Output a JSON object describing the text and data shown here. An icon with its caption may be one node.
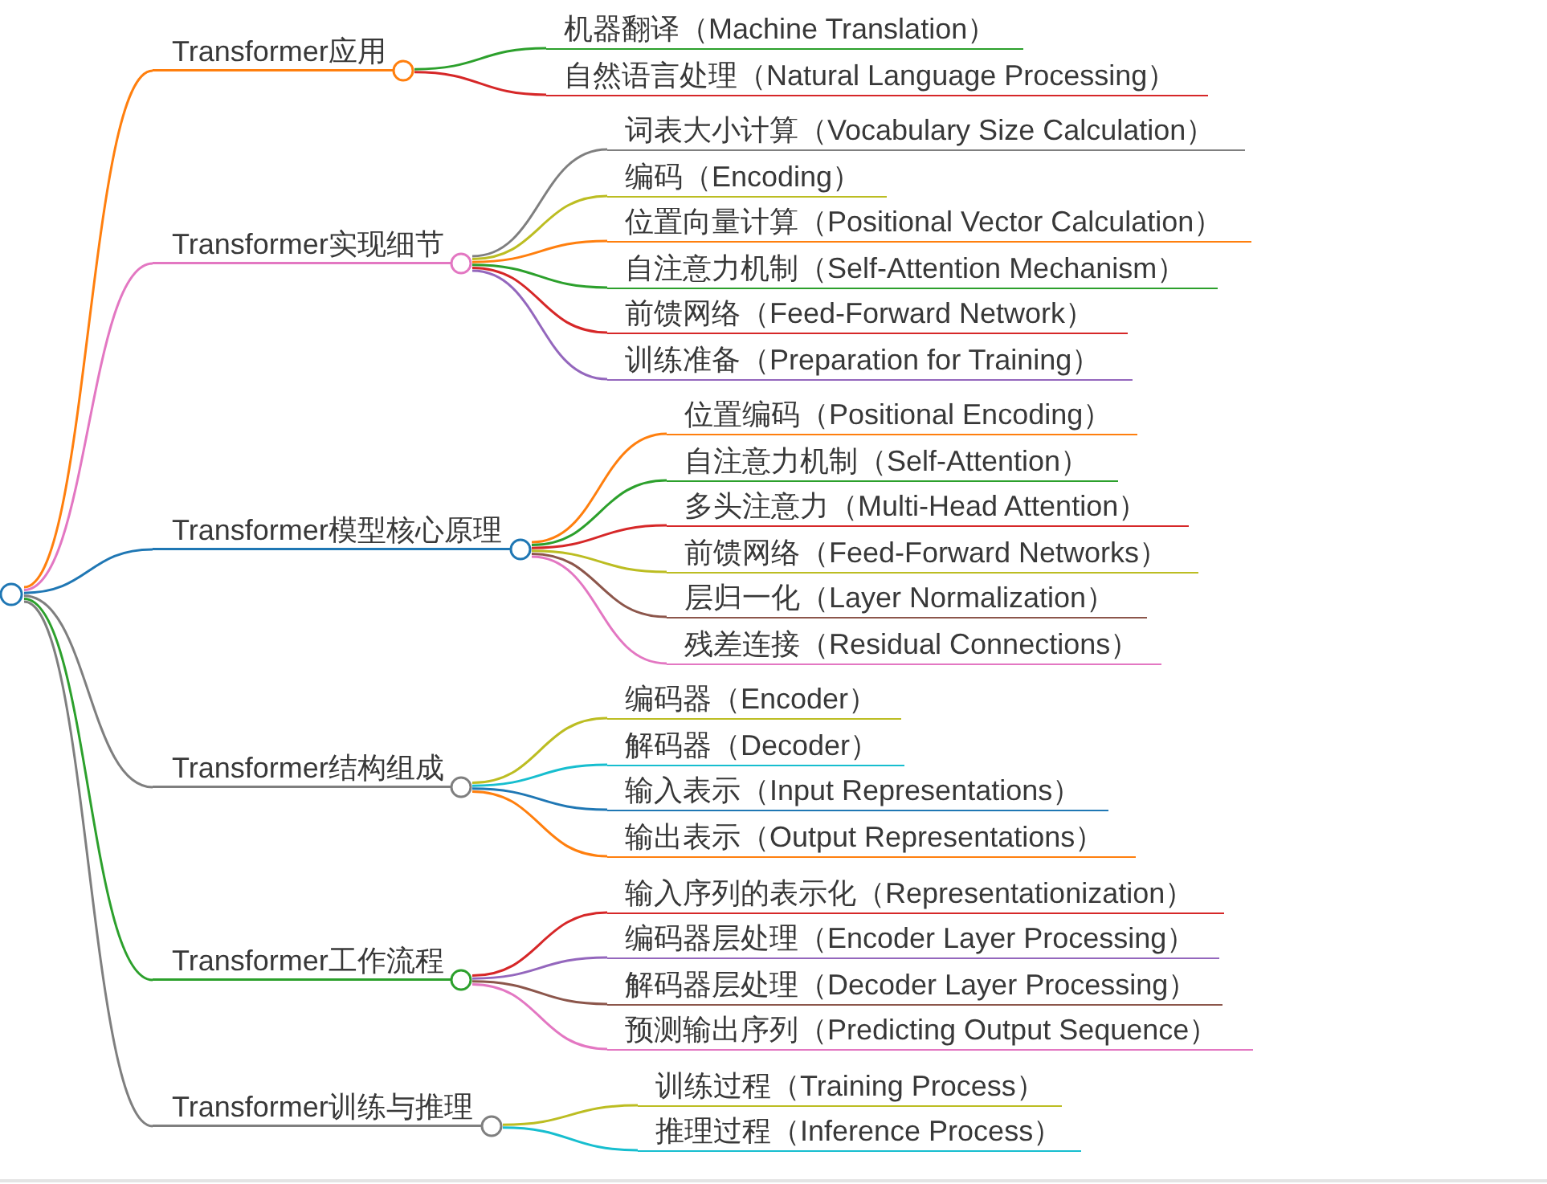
{
  "diagram": {
    "nodes": [
      {
        "text": [],
        "shape": "circle"
      },
      {
        "text": [
          "Transformer应用"
        ]
      },
      {
        "text": [
          "机器翻译（Machine Translation）"
        ]
      },
      {
        "text": [
          "自然语言处理（Natural Language Processing）"
        ]
      },
      {
        "text": [
          "Transformer实现细节"
        ]
      },
      {
        "text": [
          "词表大小计算（Vocabulary Size Calculation）"
        ]
      },
      {
        "text": [
          "编码（Encoding）"
        ]
      },
      {
        "text": [
          "位置向量计算（Positional Vector Calculation）"
        ]
      },
      {
        "text": [
          "自注意力机制（Self-Attention Mechanism）"
        ]
      },
      {
        "text": [
          "前馈网络（Feed-Forward Network）"
        ]
      },
      {
        "text": [
          "训练准备（Preparation for Training）"
        ]
      },
      {
        "text": [
          "Transformer模型核心原理"
        ]
      },
      {
        "text": [
          "位置编码（Positional Encoding）"
        ]
      },
      {
        "text": [
          "自注意力机制（Self-Attention）"
        ]
      },
      {
        "text": [
          "多头注意力（Multi-Head Attention）"
        ]
      },
      {
        "text": [
          "前馈网络（Feed-Forward Networks）"
        ]
      },
      {
        "text": [
          "层归一化（Layer Normalization）"
        ]
      },
      {
        "text": [
          "残差连接（Residual Connections）"
        ]
      },
      {
        "text": [
          "Transformer结构组成"
        ]
      },
      {
        "text": [
          "编码器（Encoder）"
        ]
      },
      {
        "text": [
          "解码器（Decoder）"
        ]
      },
      {
        "text": [
          "输入表示（Input Representations）"
        ]
      },
      {
        "text": [
          "输出表示（Output Representations）"
        ]
      },
      {
        "text": [
          "Transformer工作流程"
        ]
      },
      {
        "text": [
          "输入序列的表示化（Representationization）"
        ]
      },
      {
        "text": [
          "编码器层处理（Encoder Layer Processing）"
        ]
      },
      {
        "text": [
          "解码器层处理（Decoder Layer Processing）"
        ]
      },
      {
        "text": [
          "预测输出序列（Predicting Output Sequence）"
        ]
      },
      {
        "text": [
          "Transformer训练与推理"
        ]
      },
      {
        "text": [
          "训练过程（Training Process）"
        ]
      },
      {
        "text": [
          "推理过程（Inference Process）"
        ]
      }
    ],
    "edges": [
      {
        "from": 0,
        "to": 1,
        "arrow": "none",
        "color": "#ff7f0e"
      },
      {
        "from": 0,
        "to": 4,
        "arrow": "none",
        "color": "#e377c2"
      },
      {
        "from": 0,
        "to": 11,
        "arrow": "none",
        "color": "#1f77b4"
      },
      {
        "from": 0,
        "to": 18,
        "arrow": "none",
        "color": "#7f7f7f"
      },
      {
        "from": 0,
        "to": 23,
        "arrow": "none",
        "color": "#2ca02c"
      },
      {
        "from": 0,
        "to": 28,
        "arrow": "none",
        "color": "#7f7f7f"
      },
      {
        "from": 1,
        "to": 2,
        "arrow": "none",
        "color": "#2ca02c"
      },
      {
        "from": 1,
        "to": 3,
        "arrow": "none",
        "color": "#d62728"
      },
      {
        "from": 4,
        "to": 5,
        "arrow": "none",
        "color": "#7f7f7f"
      },
      {
        "from": 4,
        "to": 6,
        "arrow": "none",
        "color": "#bcbd22"
      },
      {
        "from": 4,
        "to": 7,
        "arrow": "none",
        "color": "#ff7f0e"
      },
      {
        "from": 4,
        "to": 8,
        "arrow": "none",
        "color": "#2ca02c"
      },
      {
        "from": 4,
        "to": 9,
        "arrow": "none",
        "color": "#d62728"
      },
      {
        "from": 4,
        "to": 10,
        "arrow": "none",
        "color": "#9467bd"
      },
      {
        "from": 11,
        "to": 12,
        "arrow": "none",
        "color": "#ff7f0e"
      },
      {
        "from": 11,
        "to": 13,
        "arrow": "none",
        "color": "#2ca02c"
      },
      {
        "from": 11,
        "to": 14,
        "arrow": "none",
        "color": "#d62728"
      },
      {
        "from": 11,
        "to": 15,
        "arrow": "none",
        "color": "#bcbd22"
      },
      {
        "from": 11,
        "to": 16,
        "arrow": "none",
        "color": "#8c564b"
      },
      {
        "from": 11,
        "to": 17,
        "arrow": "none",
        "color": "#e377c2"
      },
      {
        "from": 18,
        "to": 19,
        "arrow": "none",
        "color": "#bcbd22"
      },
      {
        "from": 18,
        "to": 20,
        "arrow": "none",
        "color": "#17becf"
      },
      {
        "from": 18,
        "to": 21,
        "arrow": "none",
        "color": "#1f77b4"
      },
      {
        "from": 18,
        "to": 22,
        "arrow": "none",
        "color": "#ff7f0e"
      },
      {
        "from": 23,
        "to": 24,
        "arrow": "none",
        "color": "#d62728"
      },
      {
        "from": 23,
        "to": 25,
        "arrow": "none",
        "color": "#9467bd"
      },
      {
        "from": 23,
        "to": 26,
        "arrow": "none",
        "color": "#8c564b"
      },
      {
        "from": 23,
        "to": 27,
        "arrow": "none",
        "color": "#e377c2"
      },
      {
        "from": 28,
        "to": 29,
        "arrow": "none",
        "color": "#bcbd22"
      },
      {
        "from": 28,
        "to": 30,
        "arrow": "none",
        "color": "#17becf"
      }
    ]
  }
}
